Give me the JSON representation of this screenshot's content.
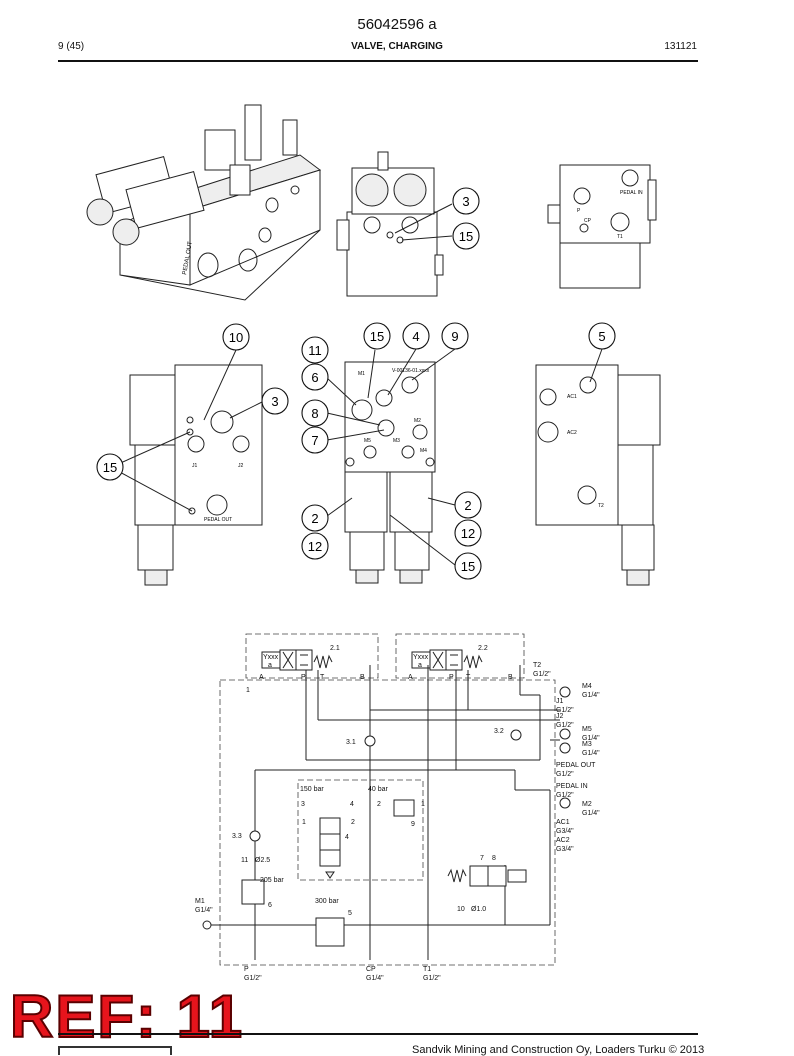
{
  "header": {
    "doc_number": "56042596 a",
    "page": "9 (45)",
    "title": "VALVE, CHARGING",
    "code": "131121"
  },
  "ref_stamp": "REF: 11",
  "footer": {
    "text": "Sandvik Mining and Construction Oy, Loaders Turku © 2013"
  },
  "part_labels": {
    "pedal_out_iso": "PEDAL OUT",
    "pedal_in": "PEDAL IN",
    "port_p": "P",
    "port_cp": "CP",
    "port_t1": "T1",
    "port_j1": "J1",
    "port_j2": "J2",
    "pedal_out": "PEDAL OUT",
    "port_m1": "M1",
    "serial": "V-00136-01.xxxx",
    "port_m2": "M2",
    "port_m5": "M5",
    "port_m3": "M3",
    "port_m4": "M4",
    "port_ac1": "AC1",
    "port_ac2": "AC2",
    "port_t2": "T2"
  },
  "callouts": {
    "c3a": "3",
    "c15a": "15",
    "c10": "10",
    "c3b": "3",
    "c15b": "15",
    "c11": "11",
    "c6": "6",
    "c8": "8",
    "c7": "7",
    "c15c": "15",
    "c4": "4",
    "c9": "9",
    "c2a": "2",
    "c12a": "12",
    "c2b": "2",
    "c12b": "12",
    "c15d": "15",
    "c5": "5"
  },
  "schematic": {
    "ref_2_1": "2.1",
    "ref_2_2": "2.2",
    "yxxx_1": "Yxxx",
    "yxxx_2": "Yxxx",
    "a_1": "a",
    "a_2": "a",
    "pA1": "A",
    "pP1": "P",
    "pT1": "T",
    "pB1": "B",
    "pA2": "A",
    "pP2": "P",
    "pT2": "T",
    "pB2": "B",
    "ref_1": "1",
    "t2": "T2",
    "t2_size": "G1/2\"",
    "m4": "M4",
    "m4_size": "G1/4\"",
    "j1": "J1",
    "j1_size": "G1/2\"",
    "j2": "J2",
    "j2_size": "G1/2\"",
    "ref_3_2": "3.2",
    "m5": "M5",
    "m5_size": "G1/4\"",
    "m3": "M3",
    "m3_size": "G1/4\"",
    "ref_3_1": "3.1",
    "pedal_out": "PEDAL OUT",
    "pedal_out_size": "G1/2\"",
    "pedal_in": "PEDAL IN",
    "pedal_in_size": "G1/2\"",
    "m2": "M2",
    "m2_size": "G1/4\"",
    "ac1": "AC1",
    "ac1_size": "G3/4\"",
    "ac2": "AC2",
    "ac2_size": "G3/4\"",
    "bar150": "150 bar",
    "bar40": "40 bar",
    "bar205": "205 bar",
    "bar300": "300 bar",
    "n3": "3",
    "n4": "4",
    "n2": "2",
    "n1": "1",
    "n1b": "1",
    "n2b": "2",
    "ref_4": "4",
    "ref_9": "9",
    "ref_3_3": "3.3",
    "ref_11": "11",
    "orifice_25": "Ø2.5",
    "ref_6": "6",
    "ref_5": "5",
    "ref_7": "7",
    "ref_8": "8",
    "ref_10": "10",
    "orifice_10": "Ø1.0",
    "m1": "M1",
    "m1_size": "G1/4\"",
    "p": "P",
    "p_size": "G1/2\"",
    "cp": "CP",
    "cp_size": "G1/4\"",
    "t1": "T1",
    "t1_size": "G1/2\""
  }
}
